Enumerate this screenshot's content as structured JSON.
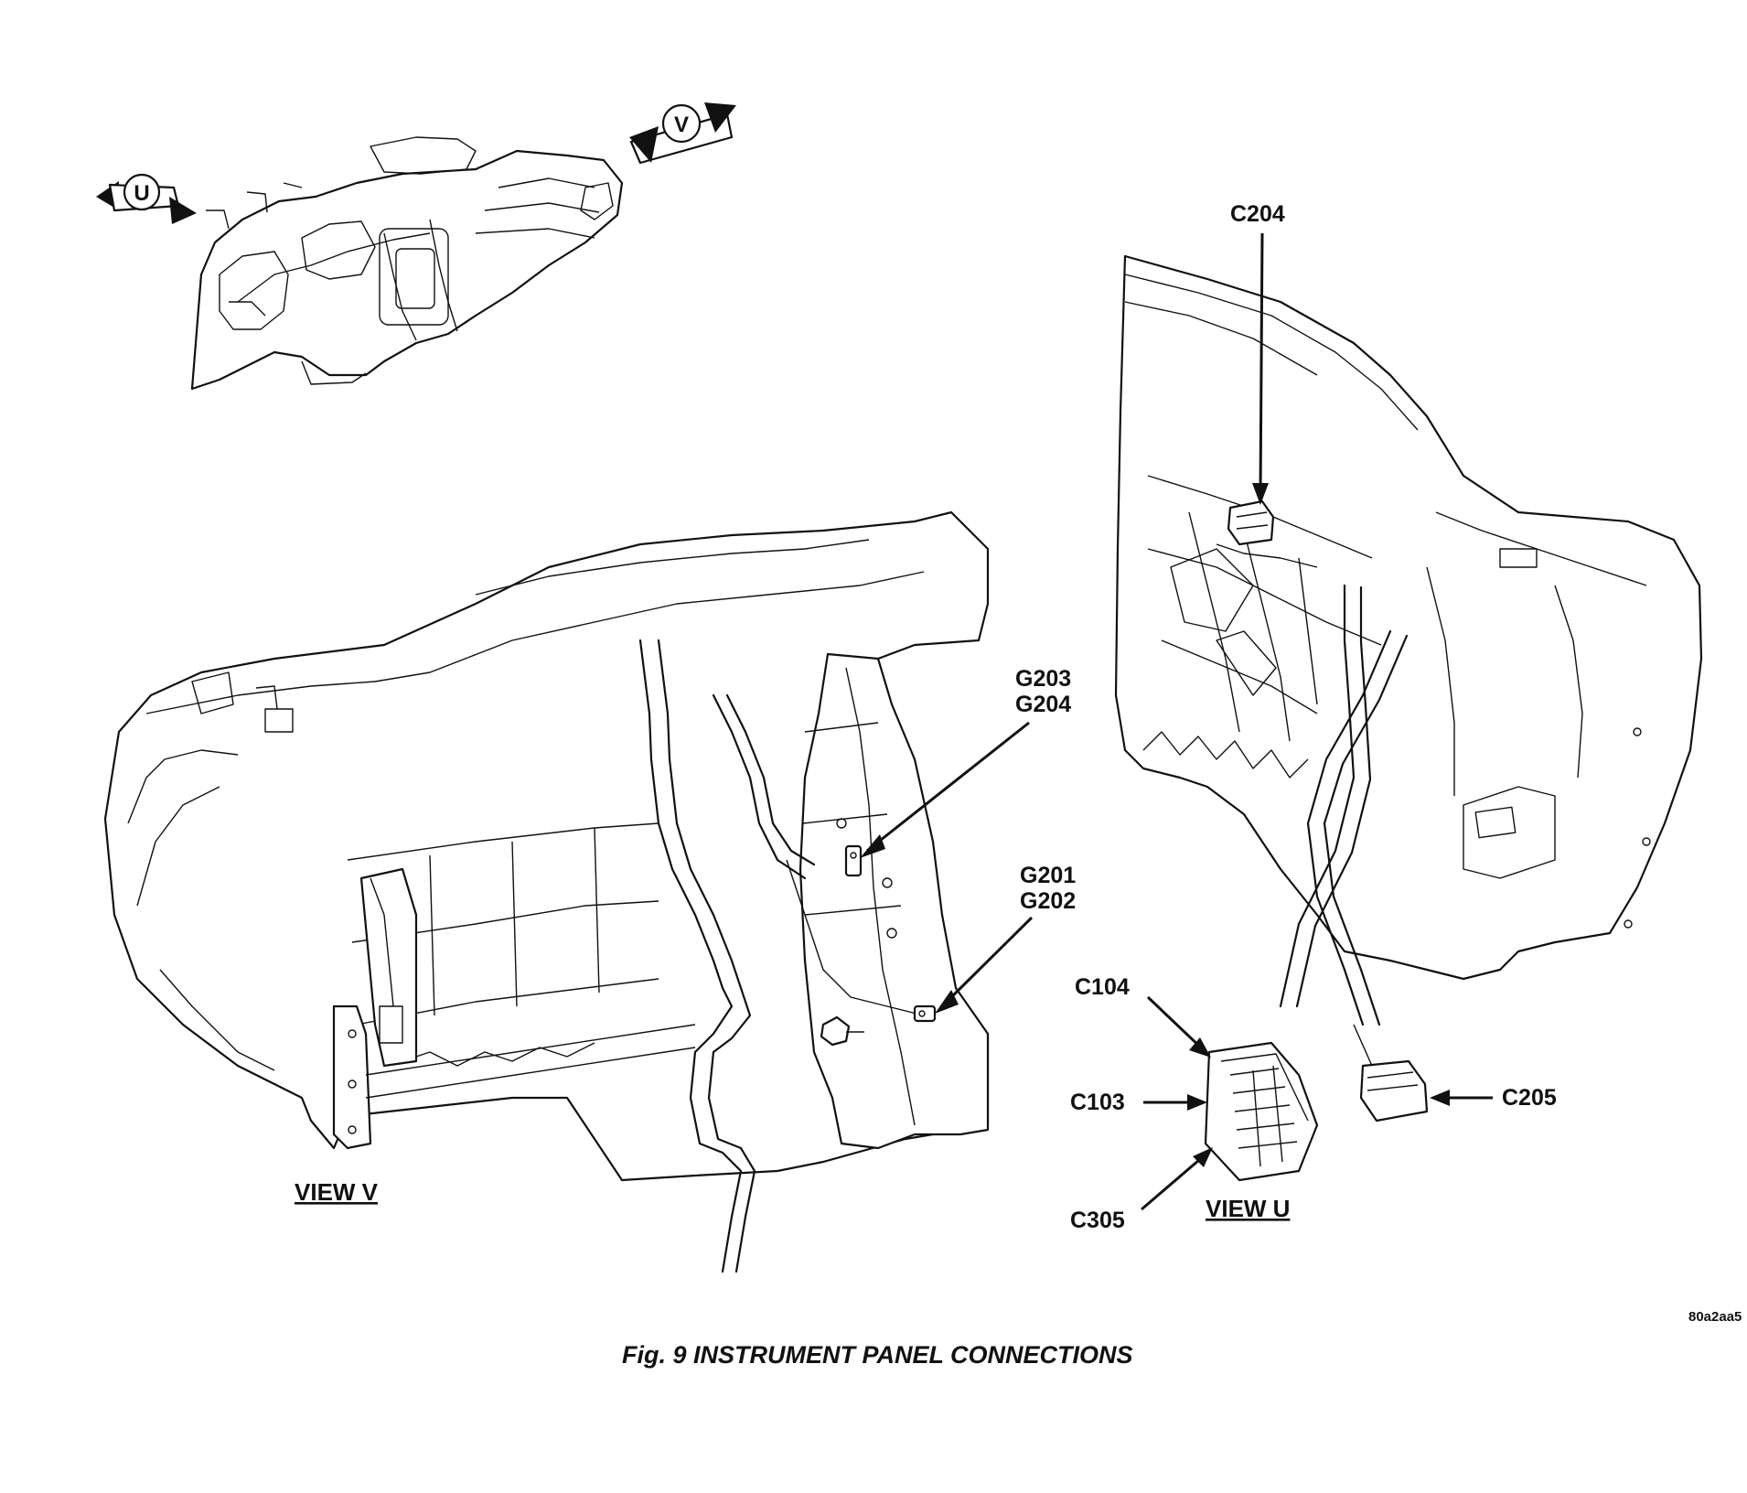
{
  "caption": "Fig. 9 INSTRUMENT PANEL CONNECTIONS",
  "reference_code": "80a2aa5",
  "view_markers": {
    "u": "U",
    "v": "V"
  },
  "views": {
    "view_v": {
      "label": "VIEW V",
      "callouts": [
        {
          "lines": [
            "G203",
            "G204"
          ]
        },
        {
          "lines": [
            "G201",
            "G202"
          ]
        }
      ]
    },
    "view_u": {
      "label": "VIEW U",
      "callouts": [
        "C204",
        "C104",
        "C103",
        "C305",
        "C205"
      ]
    }
  }
}
